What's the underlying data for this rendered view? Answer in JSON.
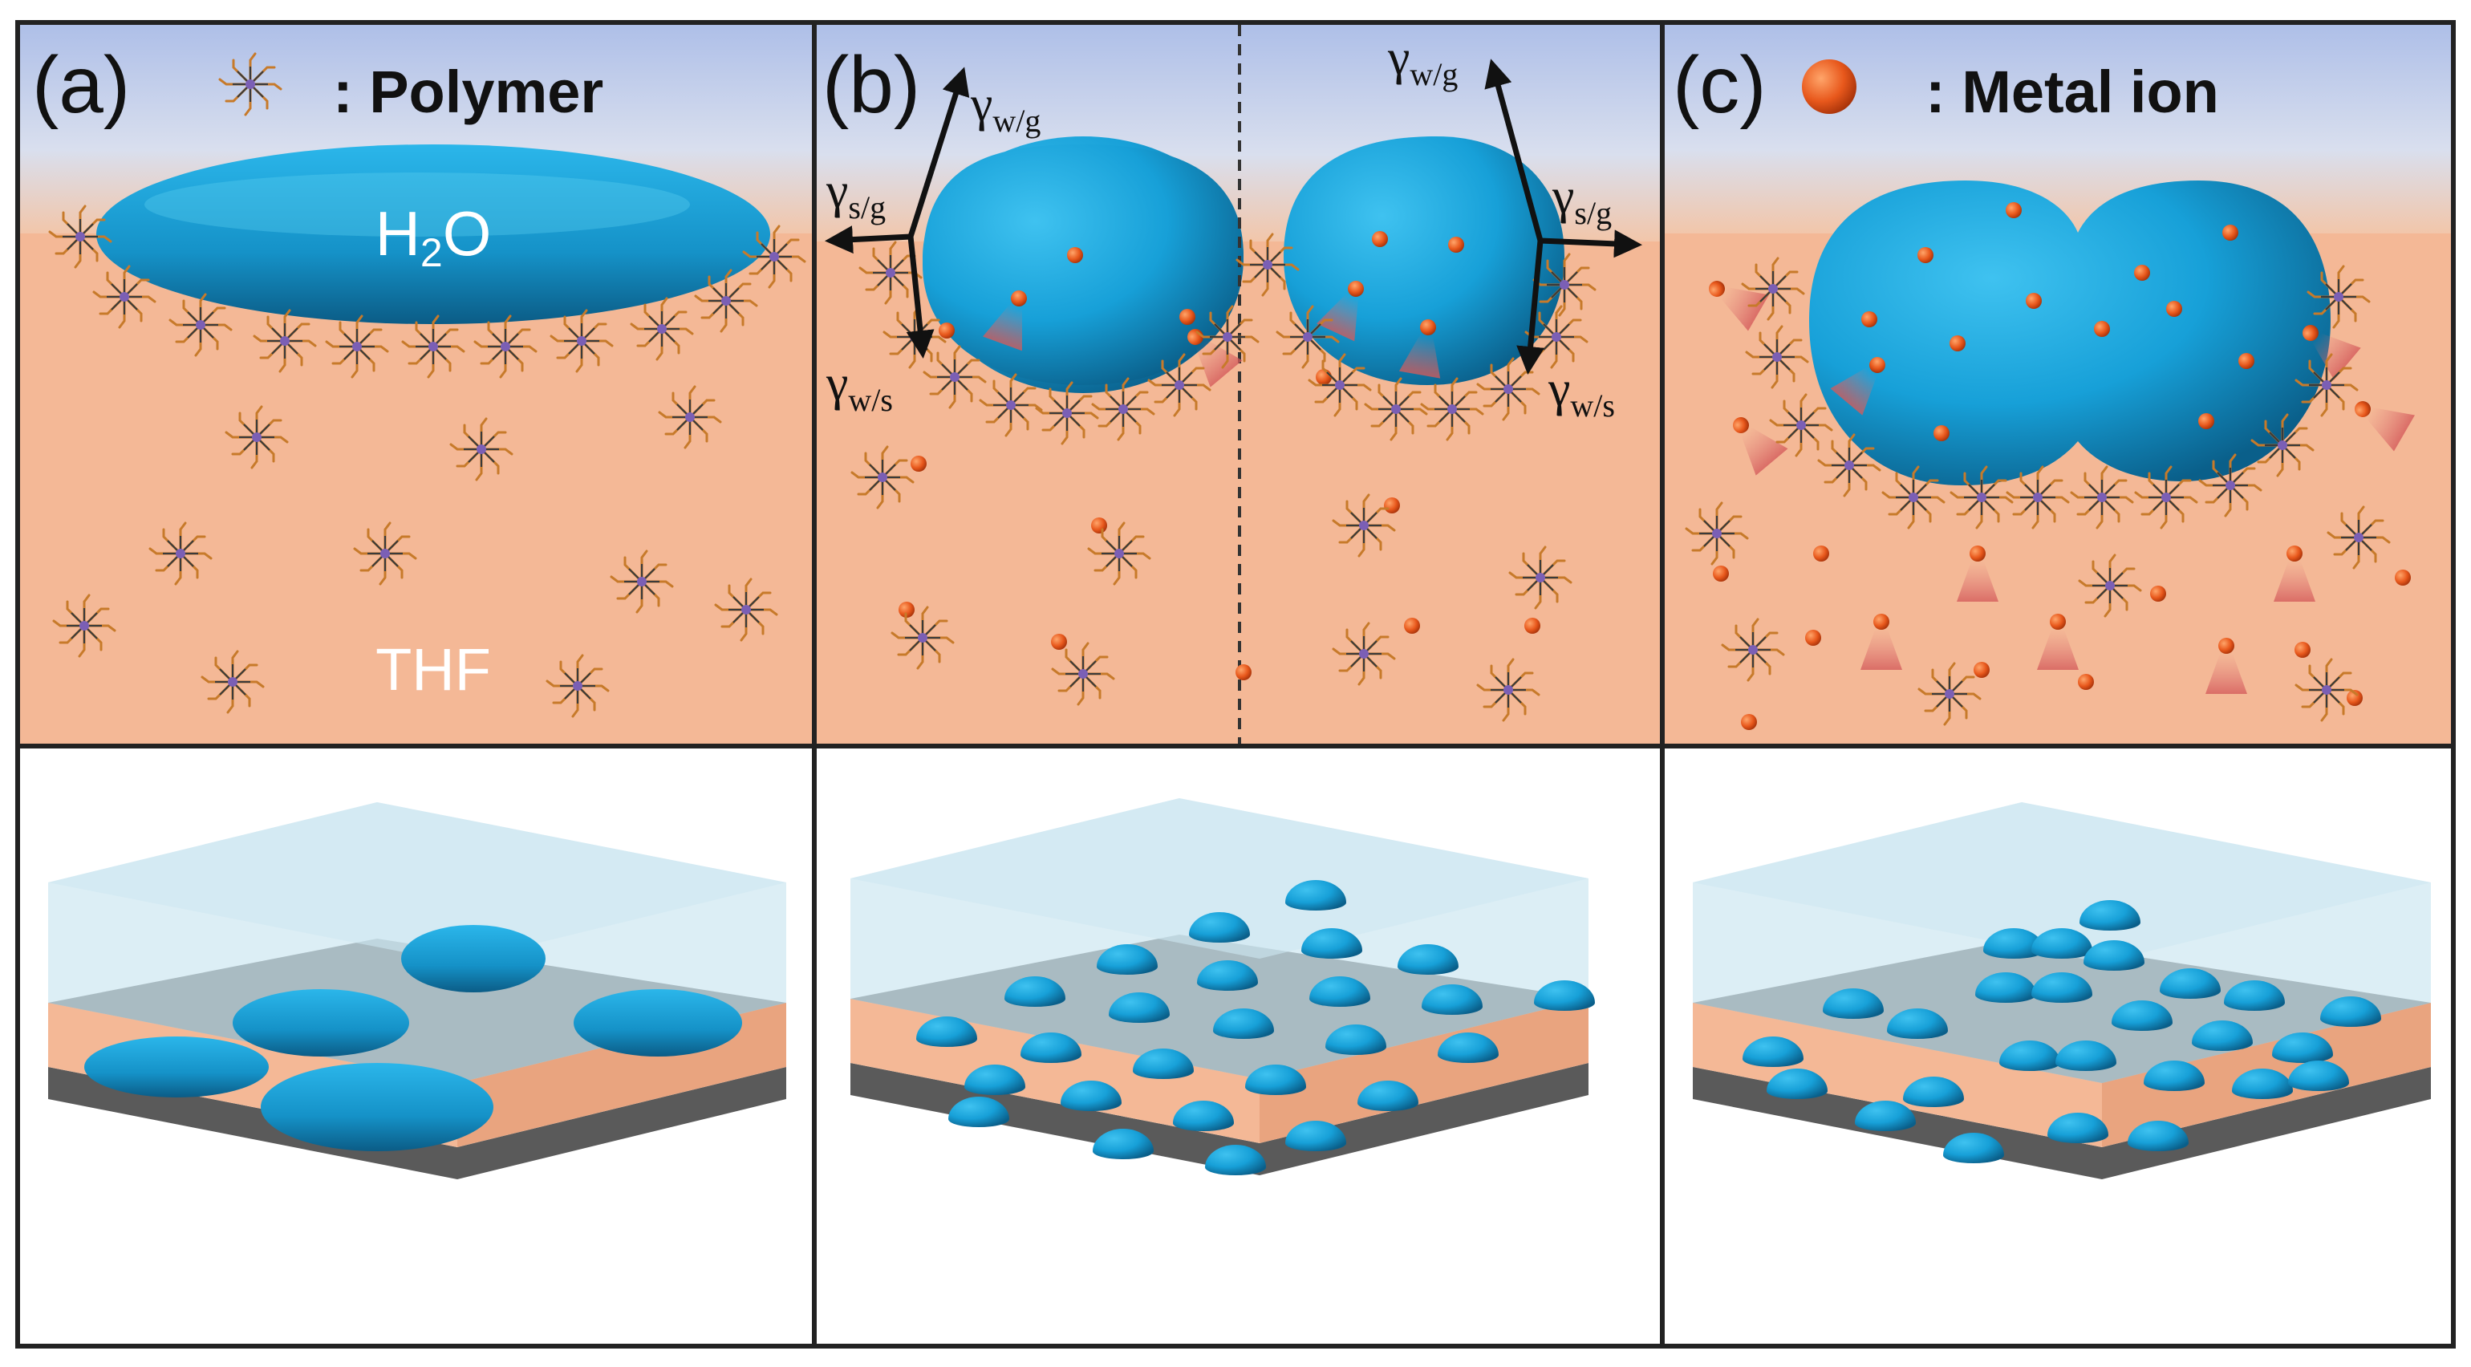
{
  "panels": {
    "a": {
      "label": "(a)",
      "legend": ": Polymer",
      "water": "H",
      "water_sub": "2",
      "water_tail": "O",
      "solvent": "THF"
    },
    "b": {
      "label": "(b)",
      "g_wg": {
        "sym": "γ",
        "sub": "w/g"
      },
      "g_sg": {
        "sym": "γ",
        "sub": "s/g"
      },
      "g_ws": {
        "sym": "γ",
        "sub": "w/s"
      }
    },
    "c": {
      "label": "(c)",
      "legend": ": Metal ion"
    }
  },
  "colors": {
    "sky_top": "#b7c8ea",
    "solvent": "#f4b896",
    "droplet": "#1aa0d8",
    "droplet_dark": "#0a6f9e",
    "ion": "#e8581c",
    "polymer_core": "#7b5fb5",
    "polymer_arm": "#c77a2a",
    "substrate_side": "#f0a988",
    "substrate_base": "#5a5a5a",
    "substrate_top": "#8c8c8c",
    "glass": "#bfe0ec",
    "frame": "#222222"
  },
  "icons": [
    "polymer-star-icon",
    "metal-ion-icon",
    "arrow-icon"
  ]
}
